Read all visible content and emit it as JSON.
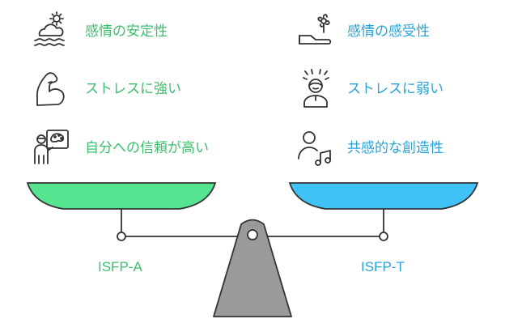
{
  "left": {
    "items": [
      {
        "label": "感情の安定性",
        "icon": "calm-sea-weather-icon"
      },
      {
        "label": "ストレスに強い",
        "icon": "flexed-arm-icon"
      },
      {
        "label": "自分への信頼が高い",
        "icon": "artist-with-palette-icon"
      }
    ],
    "scale_label": "ISFP-A",
    "color": "#3cbf6e",
    "pan_fill": "#55e48f"
  },
  "right": {
    "items": [
      {
        "label": "感情の感受性",
        "icon": "flower-on-hand-icon"
      },
      {
        "label": "ストレスに弱い",
        "icon": "stressed-person-icon"
      },
      {
        "label": "共感的な創造性",
        "icon": "person-with-music-note-icon"
      }
    ],
    "scale_label": "ISFP-T",
    "color": "#29a3d6",
    "pan_fill": "#3fc3f7"
  },
  "fulcrum_fill": "#9a9a9a"
}
